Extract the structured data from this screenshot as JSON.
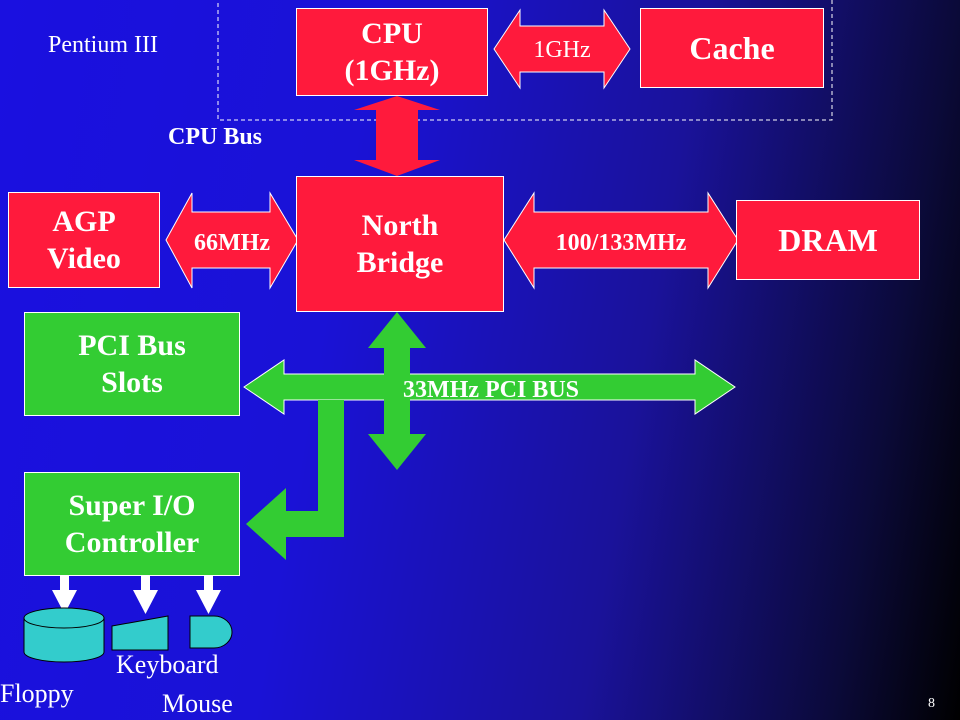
{
  "title_label": "Pentium III",
  "cpu": {
    "line1": "CPU",
    "line2": "(1GHz)"
  },
  "cache": "Cache",
  "cpu_cache_link": "1GHz",
  "cpu_bus": "CPU Bus",
  "north_bridge": {
    "line1": "North",
    "line2": "Bridge"
  },
  "agp": {
    "line1": "AGP",
    "line2": "Video"
  },
  "agp_link": "66MHz",
  "dram": "DRAM",
  "dram_link": "100/133MHz",
  "pci_slots": {
    "line1": "PCI Bus",
    "line2": "Slots"
  },
  "pci_bus": "33MHz PCI BUS",
  "super_io": {
    "line1": "Super I/O",
    "line2": "Controller"
  },
  "devices": {
    "floppy": "Floppy",
    "keyboard": "Keyboard",
    "mouse": "Mouse"
  },
  "page_number": "8",
  "colors": {
    "red": "#ff1a3c",
    "green": "#33cc33",
    "cyan": "#33cccc"
  }
}
